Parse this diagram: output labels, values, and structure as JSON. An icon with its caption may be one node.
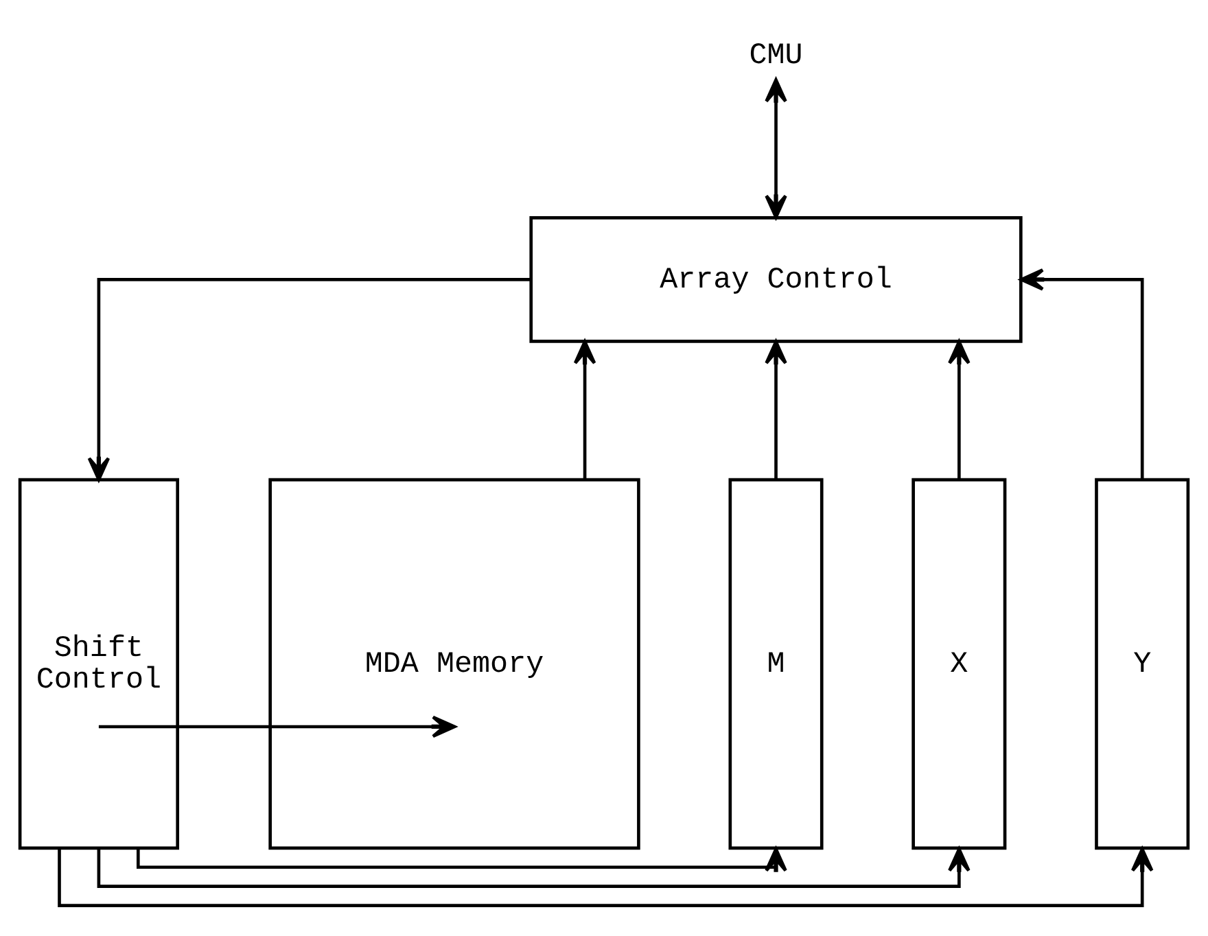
{
  "diagram": {
    "nodes": [
      {
        "text": [
          "CMU"
        ]
      },
      {
        "text": [
          "Array Control"
        ]
      },
      {
        "text": [
          "Shift Control"
        ]
      },
      {
        "text": [
          "MDA Memory"
        ]
      },
      {
        "text": [
          "M"
        ]
      },
      {
        "text": [
          "X"
        ]
      },
      {
        "text": [
          "Y"
        ]
      }
    ],
    "edges": [
      {
        "from": 0,
        "to": 1,
        "arrow": "both"
      },
      {
        "from": 1,
        "to": 2,
        "arrow": "to"
      },
      {
        "from": 3,
        "to": 1,
        "arrow": "to"
      },
      {
        "from": 4,
        "to": 1,
        "arrow": "to"
      },
      {
        "from": 5,
        "to": 1,
        "arrow": "to"
      },
      {
        "from": 6,
        "to": 1,
        "arrow": "to"
      },
      {
        "from": 2,
        "to": 3,
        "arrow": "to"
      },
      {
        "from": 2,
        "to": 4,
        "arrow": "to"
      },
      {
        "from": 2,
        "to": 5,
        "arrow": "to"
      },
      {
        "from": 2,
        "to": 6,
        "arrow": "to"
      }
    ]
  }
}
